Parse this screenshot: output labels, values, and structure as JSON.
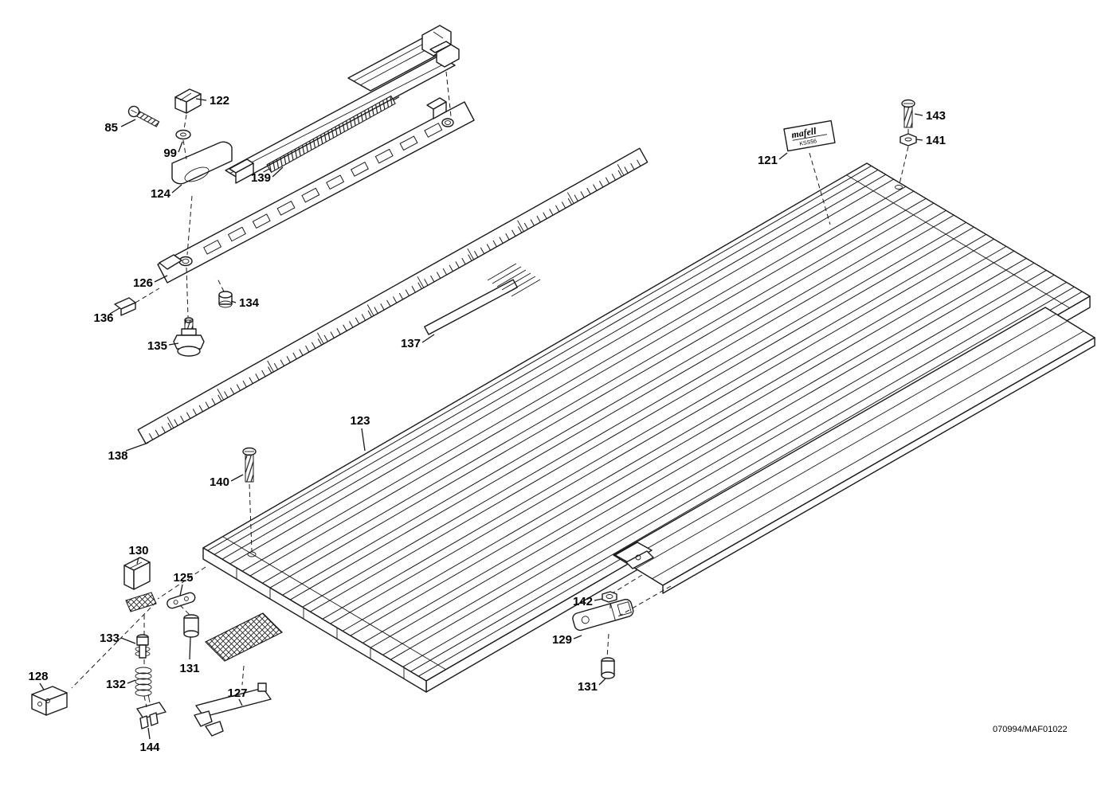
{
  "diagram": {
    "doc_ref": "070994/MAF01022",
    "plate": {
      "brand": "mafell",
      "model": "KSS56"
    },
    "labels": {
      "p85": "85",
      "p99": "99",
      "p121": "121",
      "p122": "122",
      "p123": "123",
      "p124": "124",
      "p125": "125",
      "p126": "126",
      "p127": "127",
      "p128": "128",
      "p129": "129",
      "p130": "130",
      "p131a": "131",
      "p131b": "131",
      "p132": "132",
      "p133": "133",
      "p134": "134",
      "p135": "135",
      "p136": "136",
      "p137": "137",
      "p138": "138",
      "p139": "139",
      "p140": "140",
      "p141": "141",
      "p142": "142",
      "p143": "143",
      "p144": "144"
    }
  }
}
